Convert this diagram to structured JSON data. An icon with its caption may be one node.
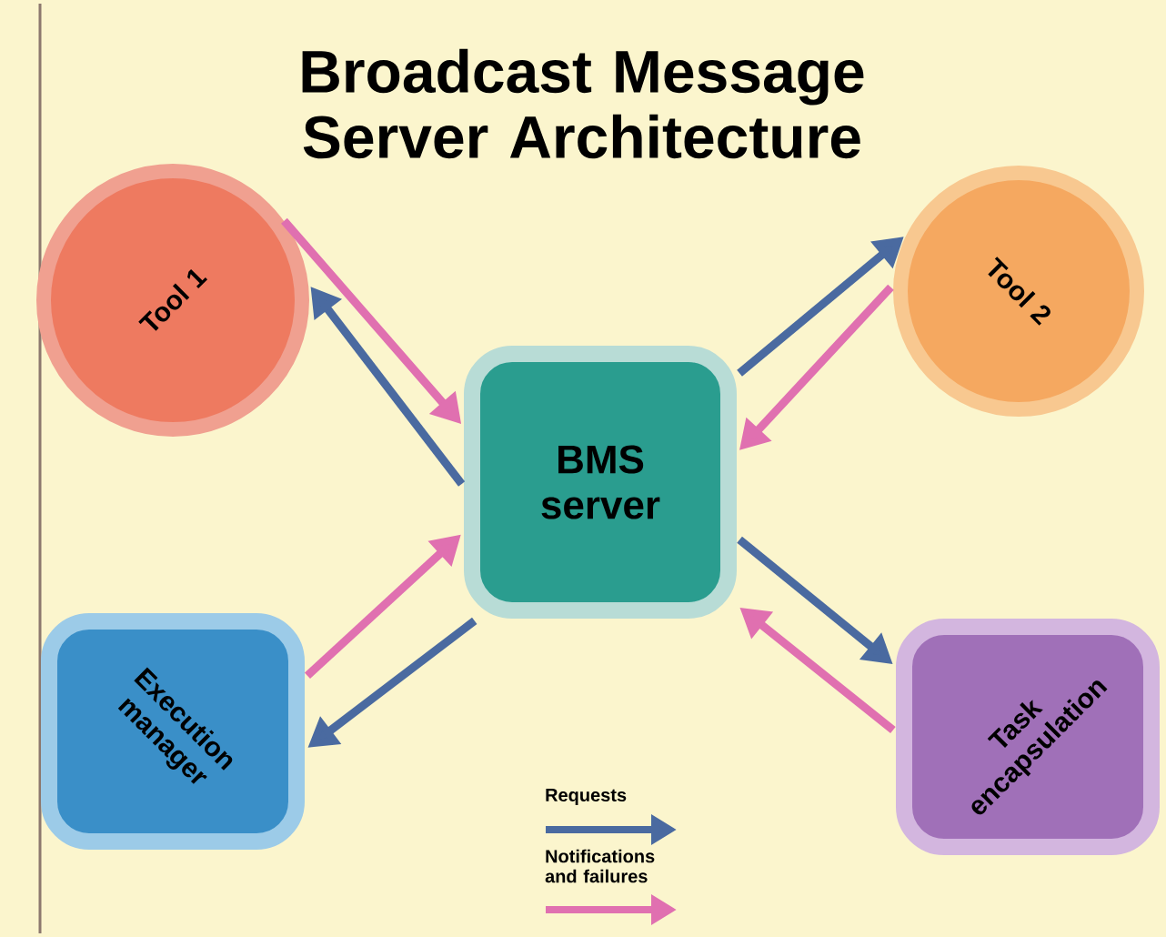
{
  "diagram": {
    "title": "Broadcast Message Server Architecture",
    "nodes": [
      {
        "text": [
          "Tool 1"
        ]
      },
      {
        "text": [
          "Tool 2"
        ]
      },
      {
        "text": [
          "BMS server"
        ]
      },
      {
        "text": [
          "Execution manager"
        ]
      },
      {
        "text": [
          "Task encapsulation"
        ]
      }
    ],
    "edges": [
      {
        "from": 0,
        "to": 2,
        "arrow": "to",
        "color": "#e070b0"
      },
      {
        "from": 2,
        "to": 0,
        "arrow": "to",
        "color": "#4a6aa0"
      },
      {
        "from": 2,
        "to": 1,
        "arrow": "to",
        "color": "#4a6aa0"
      },
      {
        "from": 1,
        "to": 2,
        "arrow": "to",
        "color": "#e070b0"
      },
      {
        "from": 3,
        "to": 2,
        "arrow": "to",
        "color": "#e070b0"
      },
      {
        "from": 2,
        "to": 3,
        "arrow": "to",
        "color": "#4a6aa0"
      },
      {
        "from": 2,
        "to": 4,
        "arrow": "to",
        "color": "#4a6aa0"
      },
      {
        "from": 4,
        "to": 2,
        "arrow": "to",
        "color": "#e070b0"
      }
    ],
    "legend": [
      {
        "text": "Requests"
      },
      {
        "text": "Notifications and failures"
      }
    ]
  }
}
